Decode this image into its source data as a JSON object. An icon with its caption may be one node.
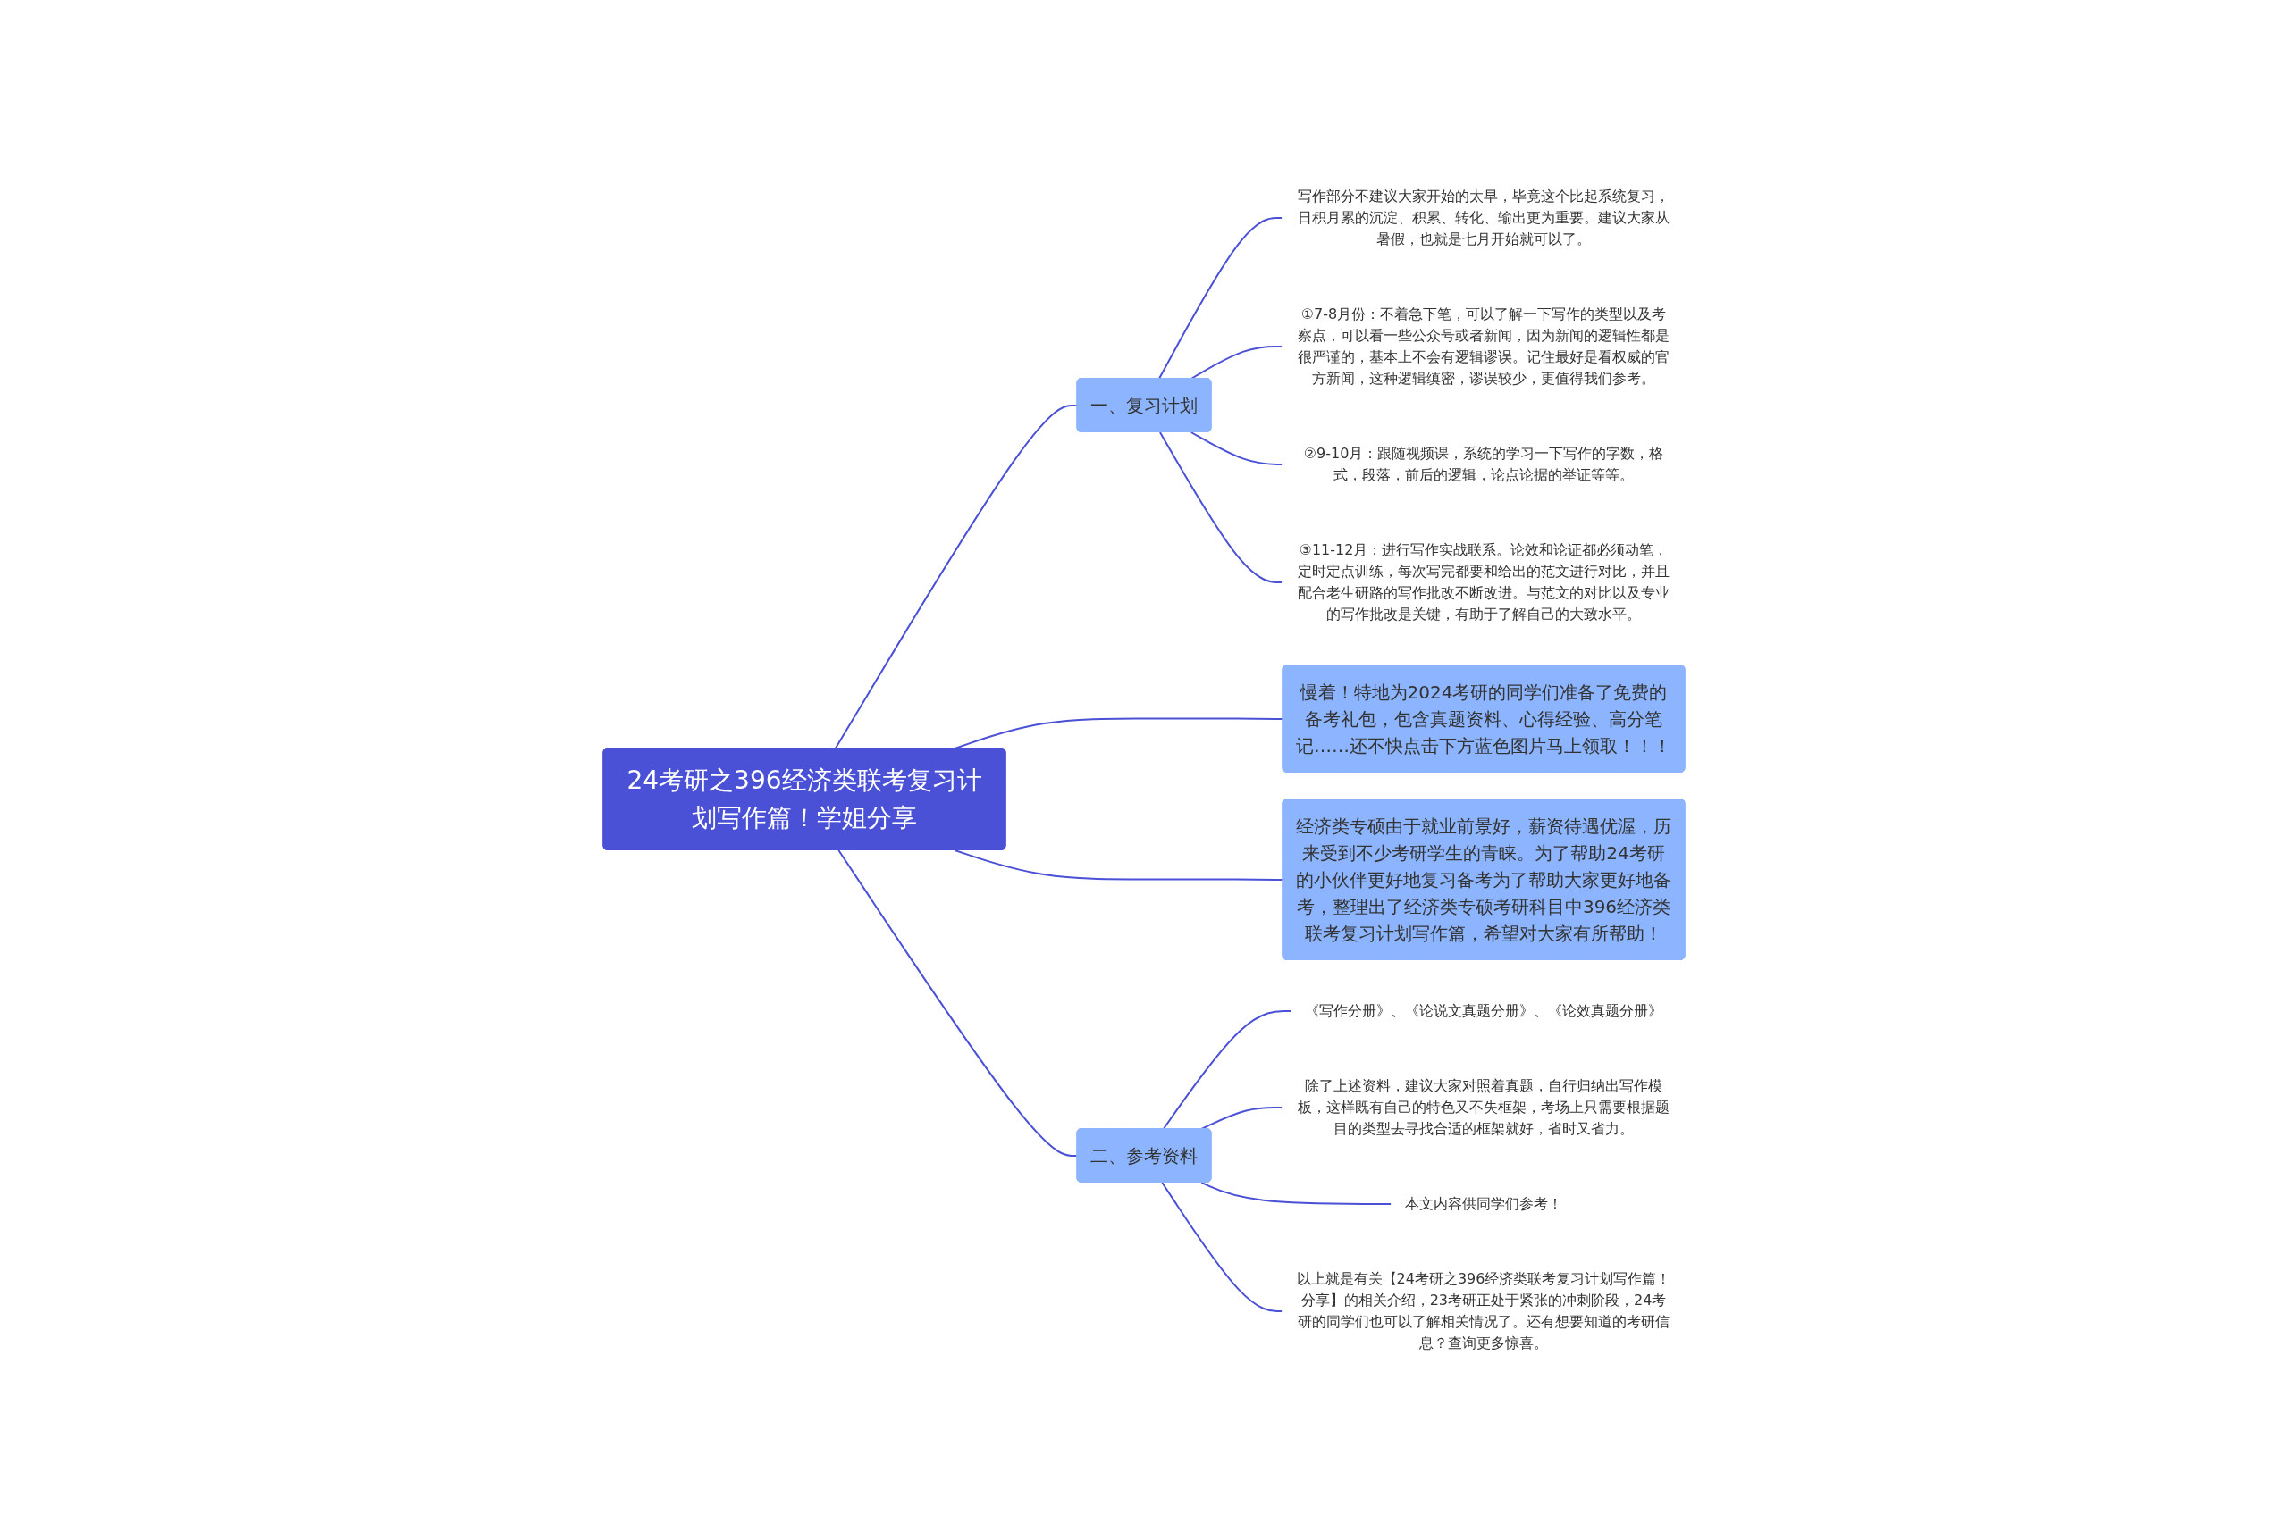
{
  "diagram": {
    "nodes": [
      {
        "text": [
          "24考研之396经济类联考复习计划写作篇！学姐分享"
        ]
      },
      {
        "text": [
          "一、复习计划"
        ]
      },
      {
        "text": [
          "写作部分不建议大家开始的太早，毕竟这个比起系统复习，日积月累的沉淀、积累、转化、输出更为重要。建议大家从暑假，也就是七月开始就可以了。"
        ]
      },
      {
        "text": [
          "①7-8月份：不着急下笔，可以了解一下写作的类型以及考察点，可以看一些公众号或者新闻，因为新闻的逻辑性都是很严谨的，基本上不会有逻辑谬误。记住最好是看权威的官方新闻，这种逻辑缜密，谬误较少，更值得我们参考。"
        ]
      },
      {
        "text": [
          "②9-10月：跟随视频课，系统的学习一下写作的字数，格式，段落，前后的逻辑，论点论据的举证等等。"
        ]
      },
      {
        "text": [
          "③11-12月：进行写作实战联系。论效和论证都必须动笔，定时定点训练，每次写完都要和给出的范文进行对比，并且配合老生研路的写作批改不断改进。与范文的对比以及专业的写作批改是关键，有助于了解自己的大致水平。"
        ]
      },
      {
        "text": [
          "慢着！特地为2024考研的同学们准备了免费的备考礼包，包含真题资料、心得经验、高分笔记……还不快点击下方蓝色图片马上领取！！！"
        ]
      },
      {
        "text": [
          "经济类专硕由于就业前景好，薪资待遇优渥，历来受到不少考研学生的青睐。为了帮助24考研的小伙伴更好地复习备考为了帮助大家更好地备考，整理出了经济类专硕考研科目中396经济类联考复习计划写作篇，希望对大家有所帮助！"
        ]
      },
      {
        "text": [
          "二、参考资料"
        ]
      },
      {
        "text": [
          "《写作分册》、《论说文真题分册》、《论效真题分册》"
        ]
      },
      {
        "text": [
          "除了上述资料，建议大家对照着真题，自行归纳出写作模板，这样既有自己的特色又不失框架，考场上只需要根据题目的类型去寻找合适的框架就好，省时又省力。"
        ]
      },
      {
        "text": [
          "本文内容供同学们参考！"
        ]
      },
      {
        "text": [
          "以上就是有关【24考研之396经济类联考复习计划写作篇！分享】的相关介绍，23考研正处于紧张的冲刺阶段，24考研的同学们也可以了解相关情况了。还有想要知道的考研信息？查询更多惊喜。"
        ]
      }
    ],
    "edges": [
      {
        "from": 0,
        "to": 1,
        "arrow": "none"
      },
      {
        "from": 1,
        "to": 2,
        "arrow": "none"
      },
      {
        "from": 1,
        "to": 3,
        "arrow": "none"
      },
      {
        "from": 1,
        "to": 4,
        "arrow": "none"
      },
      {
        "from": 1,
        "to": 5,
        "arrow": "none"
      },
      {
        "from": 0,
        "to": 6,
        "arrow": "none"
      },
      {
        "from": 0,
        "to": 7,
        "arrow": "none"
      },
      {
        "from": 0,
        "to": 8,
        "arrow": "none"
      },
      {
        "from": 8,
        "to": 9,
        "arrow": "none"
      },
      {
        "from": 8,
        "to": 10,
        "arrow": "none"
      },
      {
        "from": 8,
        "to": 11,
        "arrow": "none"
      },
      {
        "from": 8,
        "to": 12,
        "arrow": "none"
      }
    ]
  }
}
